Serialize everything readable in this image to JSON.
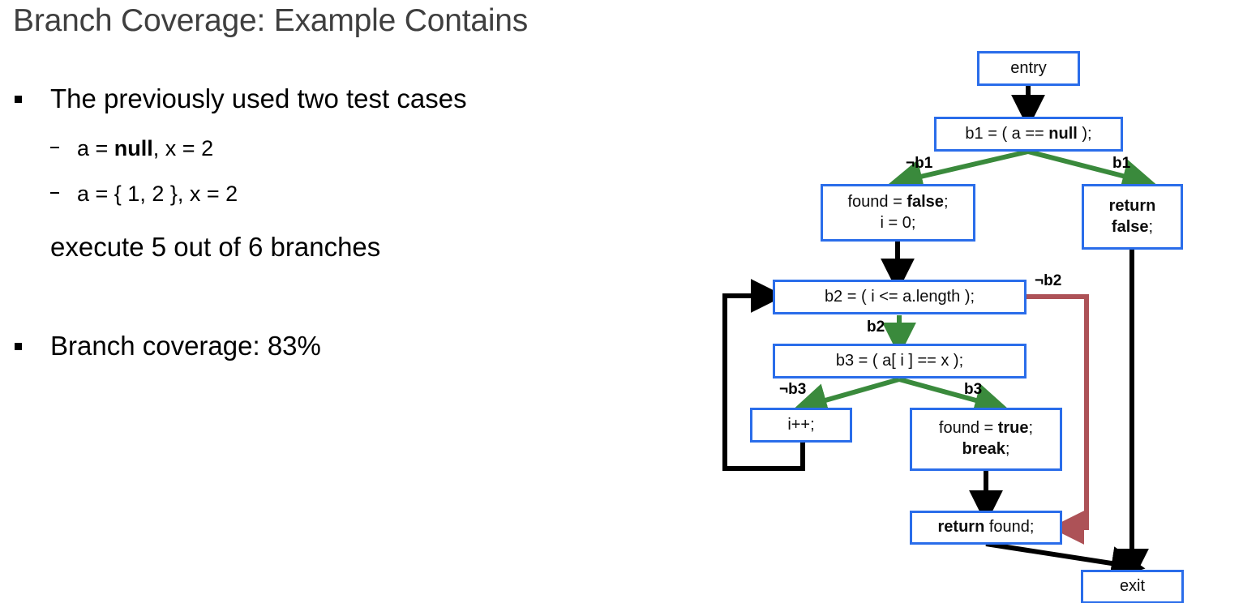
{
  "slide": {
    "title": "Branch Coverage: Example Contains",
    "bullets": [
      {
        "marker": "square",
        "text": "The previously used two test cases"
      },
      {
        "marker": "dash",
        "text_parts": [
          "a = ",
          "null",
          ", x = 2"
        ]
      },
      {
        "marker": "dash",
        "text_parts": [
          "a = { 1, 2 }, x = 2"
        ]
      },
      {
        "marker": "none",
        "text": "execute 5 out of 6 branches"
      },
      {
        "marker": "square",
        "text": "Branch coverage: 83%"
      }
    ],
    "bullet_1": "The previously used two test cases",
    "bullet_2_a": "a = ",
    "bullet_2_b": "null",
    "bullet_2_c": ", x = 2",
    "bullet_3": "a = { 1, 2 }, x = 2",
    "bullet_4": "execute 5 out of 6 branches",
    "bullet_5": "Branch coverage: 83%"
  },
  "colors": {
    "node_border": "#2a6dea",
    "node_fill": "#ffffff",
    "true_edge": "#3a8a3c",
    "black_edge": "#000000",
    "uncovered_edge": "#ad5257",
    "title_text": "#3f3f3f"
  },
  "chart_data": {
    "type": "diagram",
    "title": "Control flow graph for Contains",
    "nodes": [
      {
        "id": "entry",
        "label_lines": [
          "entry"
        ]
      },
      {
        "id": "b1",
        "label_lines": [
          "b1 = ( a == null );"
        ],
        "bold_tokens": [
          "null"
        ]
      },
      {
        "id": "init",
        "label_lines": [
          "found = false;",
          "i = 0;"
        ],
        "bold_tokens": [
          "false"
        ]
      },
      {
        "id": "return_false",
        "label_lines": [
          "return",
          "false;"
        ],
        "bold_tokens": [
          "return",
          "false"
        ]
      },
      {
        "id": "b2",
        "label_lines": [
          "b2 = ( i <= a.length );"
        ]
      },
      {
        "id": "b3",
        "label_lines": [
          "b3 = ( a[ i ] == x );"
        ]
      },
      {
        "id": "incr",
        "label_lines": [
          "i++;"
        ]
      },
      {
        "id": "found_true",
        "label_lines": [
          "found = true;",
          "break;"
        ],
        "bold_tokens": [
          "true",
          "break"
        ]
      },
      {
        "id": "return_found",
        "label_lines": [
          "return found;"
        ],
        "bold_tokens": [
          "return"
        ]
      },
      {
        "id": "exit",
        "label_lines": [
          "exit"
        ]
      }
    ],
    "edges": [
      {
        "from": "entry",
        "to": "b1",
        "label": "",
        "color": "black",
        "covered": true
      },
      {
        "from": "b1",
        "to": "init",
        "label": "¬b1",
        "color": "green",
        "covered": true
      },
      {
        "from": "b1",
        "to": "return_false",
        "label": "b1",
        "color": "green",
        "covered": true
      },
      {
        "from": "init",
        "to": "b2",
        "label": "",
        "color": "black",
        "covered": true
      },
      {
        "from": "b2",
        "to": "b3",
        "label": "b2",
        "color": "green",
        "covered": true
      },
      {
        "from": "b2",
        "to": "return_found",
        "label": "¬b2",
        "color": "uncovered",
        "covered": false
      },
      {
        "from": "b3",
        "to": "incr",
        "label": "¬b3",
        "color": "green",
        "covered": true
      },
      {
        "from": "b3",
        "to": "found_true",
        "label": "b3",
        "color": "green",
        "covered": true
      },
      {
        "from": "incr",
        "to": "b2",
        "label": "",
        "color": "black",
        "covered": true
      },
      {
        "from": "found_true",
        "to": "return_found",
        "label": "",
        "color": "black",
        "covered": true
      },
      {
        "from": "return_found",
        "to": "exit",
        "label": "",
        "color": "black",
        "covered": true
      },
      {
        "from": "return_false",
        "to": "exit",
        "label": "",
        "color": "black",
        "covered": true
      }
    ],
    "edge_labels": [
      "¬b1",
      "b1",
      "b2",
      "¬b2",
      "¬b3",
      "b3"
    ],
    "branch_total": 6,
    "branches_covered": 5,
    "branch_coverage_percent": 83
  },
  "nodes": {
    "entry": {
      "l1": "entry"
    },
    "b1": {
      "pre": "b1 = ( a == ",
      "bold": "null",
      "post": " );"
    },
    "init": {
      "l1a": "found = ",
      "l1b": "false",
      "l1c": ";",
      "l2": "i = 0;"
    },
    "return_false": {
      "l1": "return",
      "l2a": "false",
      "l2b": ";"
    },
    "b2": {
      "l1": "b2 = ( i <= a.length );"
    },
    "b3": {
      "l1": "b3 = ( a[ i ] == x );"
    },
    "incr": {
      "l1": "i++;"
    },
    "found_true": {
      "l1a": "found = ",
      "l1b": "true",
      "l1c": ";",
      "l2a": "break",
      "l2b": ";"
    },
    "return_found": {
      "l1a": "return",
      "l1b": " found;"
    },
    "exit": {
      "l1": "exit"
    }
  },
  "labels": {
    "not_b1": "¬b1",
    "b1": "b1",
    "b2": "b2",
    "not_b2": "¬b2",
    "not_b3": "¬b3",
    "b3": "b3"
  }
}
